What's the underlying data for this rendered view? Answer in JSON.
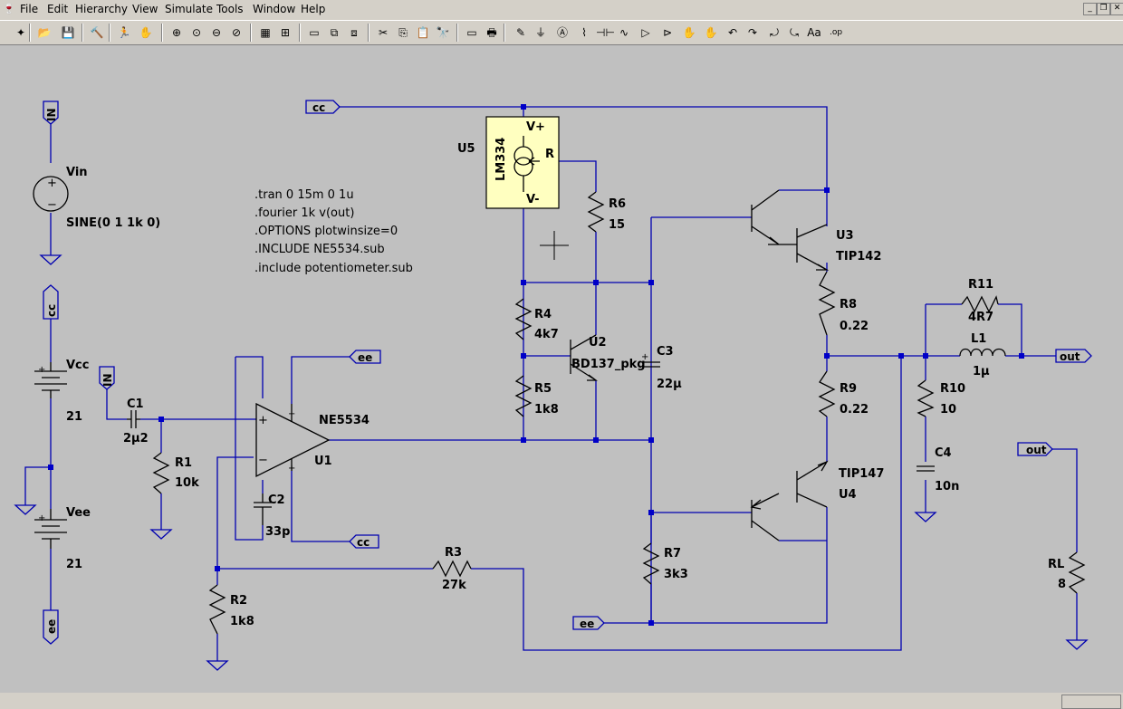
{
  "menu": [
    "File",
    "Edit",
    "Hierarchy",
    "View",
    "Simulate",
    "Tools",
    "Window",
    "Help"
  ],
  "window_buttons": [
    "_",
    "❐",
    "✕"
  ],
  "toolbar_icons": [
    "schematic-new-icon",
    "open-icon",
    "save-icon",
    "control-panel-icon",
    "run-icon",
    "halt-icon",
    "zoom-in-icon",
    "zoom-pan-icon",
    "zoom-out-icon",
    "zoom-cancel-icon",
    "autorange-icon",
    "probe-icon",
    "tile-icon",
    "cascade-icon",
    "close-all-icon",
    "cut-icon",
    "copy-icon",
    "paste-icon",
    "find-icon",
    "print-setup-icon",
    "print-icon",
    "wire-icon",
    "ground-icon",
    "label-net-icon",
    "resistor-icon",
    "capacitor-icon",
    "inductor-icon",
    "diode-icon",
    "component-icon",
    "move-icon",
    "drag-icon",
    "undo-icon",
    "redo-icon",
    "rotate-icon",
    "mirror-icon",
    "text-icon",
    "spice-directive-icon"
  ],
  "toolbar_glyphs": [
    "✦",
    "📂",
    "💾",
    "🔨",
    "🏃",
    "✋",
    "⊕",
    "⊙",
    "⊖",
    "⊘",
    "▦",
    "⊞",
    "▭",
    "⧉",
    "⧈",
    "✂",
    "⎘",
    "📋",
    "🔭",
    "▭",
    "🖶",
    "✎",
    "⏚",
    "Ⓐ",
    "⌇",
    "⊣⊢",
    "∿",
    "▷",
    "⊳",
    "✋",
    "✋",
    "↶",
    "↷",
    "⤾",
    "⤿",
    "Aa",
    ".op"
  ],
  "directives": [
    ".tran 0 15m 0 1u",
    ".fourier 1k v(out)",
    ".OPTIONS plotwinsize=0",
    ".INCLUDE NE5534.sub",
    ".include potentiometer.sub"
  ],
  "labels": {
    "vin_name": "Vin",
    "vin_value": "SINE(0 1 1k 0)",
    "vcc_name": "Vcc",
    "vcc_value": "21",
    "vee_name": "Vee",
    "vee_value": "21",
    "c1": "C1",
    "c1_v": "2µ2",
    "r1": "R1",
    "r1_v": "10k",
    "u1_model": "NE5534",
    "u1": "U1",
    "c2": "C2",
    "c2_v": "33p",
    "r2": "R2",
    "r2_v": "1k8",
    "r3": "R3",
    "r3_v": "27k",
    "u5": "U5",
    "u5_model": "LM334",
    "u5_vp": "V+",
    "u5_vm": "V-",
    "u5_r": "R",
    "r6": "R6",
    "r6_v": "15",
    "r4": "R4",
    "r4_v": "4k7",
    "r5": "R5",
    "r5_v": "1k8",
    "u2": "U2",
    "u2_model": "BD137_pkg",
    "c3": "C3",
    "c3_v": "22µ",
    "r7": "R7",
    "r7_v": "3k3",
    "u3": "U3",
    "u3_model": "TIP142",
    "u4": "U4",
    "u4_model": "TIP147",
    "r8": "R8",
    "r8_v": "0.22",
    "r9": "R9",
    "r9_v": "0.22",
    "r11": "R11",
    "r11_v": "4R7",
    "l1": "L1",
    "l1_v": "1µ",
    "r10": "R10",
    "r10_v": "10",
    "c4": "C4",
    "c4_v": "10n",
    "rl": "RL",
    "rl_v": "8"
  },
  "net_labels": {
    "in1": "IN",
    "in2": "IN",
    "cc1": "cc",
    "cc2": "cc",
    "cc3": "cc",
    "ee1": "ee",
    "ee2": "ee",
    "ee3": "ee",
    "out1": "out",
    "out2": "out"
  },
  "colors": {
    "wire": "#0000b0",
    "background": "#c0c0c0",
    "ic_fill": "#ffffc0",
    "component": "#000000"
  }
}
